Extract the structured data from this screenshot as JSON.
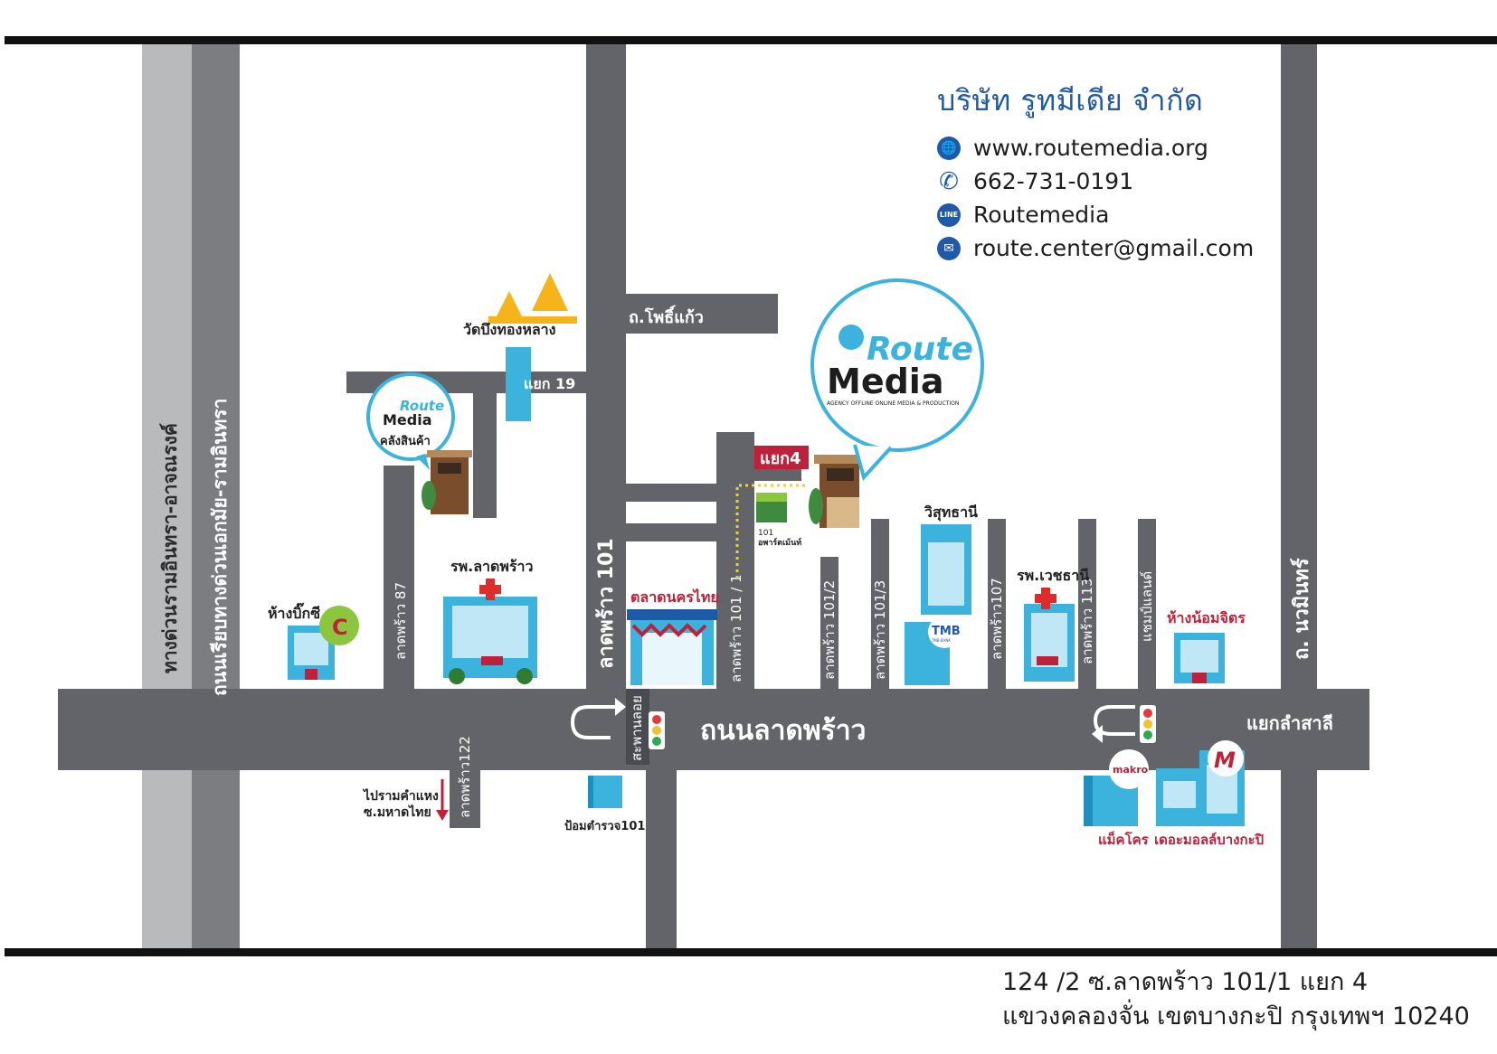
{
  "company": {
    "name": "บริษัท รูทมีเดีย จำกัด",
    "website": "www.routemedia.org",
    "phone": "662-731-0191",
    "line": "Routemedia",
    "email": "route.center@gmail.com",
    "icons": [
      "globe-icon",
      "phone-icon",
      "line-icon",
      "mail-icon"
    ],
    "line_icon_text": "LINE"
  },
  "address": {
    "line1": "124 /2 ซ.ลาดพร้าว 101/1 แยก 4",
    "line2": "แขวงคลองจั่น เขตบางกะปิ กรุงเทพฯ 10240"
  },
  "colors": {
    "road": "#63646a",
    "expressway": "#b9babc",
    "building": "#3bb3dc",
    "accent_blue": "#1f5aa8",
    "label_red": "#c0213a"
  },
  "roads": {
    "expressway_1": "ทางด่วนรามอินทรา-อาจณรงค์",
    "expressway_2": "ถนนเรียบทางด่วนเอกมัย-รามอินทรา",
    "main": "ถนนลาดพร้าว",
    "lat101": "ลาดพร้าว 101",
    "nawamin": "ถ. นวมินทร์",
    "phokaeo": "ถ.โพธิ์แก้ว",
    "yaek19": "แยก 19",
    "yaek4": "แยก4",
    "lamsali": "แยกลำสาลี",
    "soi87": "ลาดพร้าว 87",
    "soi101_1": "ลาดพร้าว 101 / 1",
    "soi101_2": "ลาดพร้าว 101/2",
    "soi101_3": "ลาดพร้าว 101/3",
    "soi107": "ลาดพร้าว107",
    "soi113": "ลาดพร้าว 113",
    "soi_champ": "แชมป์แลนด์",
    "soi122": "ลาดพร้าว122",
    "bridge": "สะพานลอย"
  },
  "places": {
    "wat": "วัดบึงทองหลาง",
    "warehouse": "คลังสินค้า",
    "bigc": "ห้างบิ๊กซี",
    "hospital_lat": "รพ.ลาดพร้าว",
    "talat": "ตลาดนครไทย",
    "apartment_num": "101",
    "apartment": "อพาร์ตเม้นท์",
    "wisut": "วิสุทธานี",
    "tmb": "TMB",
    "tmb_small": "TMB BANK",
    "vejthani": "รพ.เวชธานี",
    "nomjit": "ห้างน้อมจิตร",
    "police": "ป้อมตำรวจ101",
    "ramkhamhaeng": "ไปรามคำแหง",
    "mahadthai": "ซ.มหาดไทย",
    "makro": "แม็คโคร",
    "makro_logo": "makro",
    "mall": "เดอะมอลล์บางกะปิ",
    "mall_logo": "M",
    "bigc_logo": "C"
  },
  "logo": {
    "route": "Route",
    "media": "Media",
    "tagline": "AGENCY OFFLINE ONLINE MEDIA & PRODUCTION"
  }
}
